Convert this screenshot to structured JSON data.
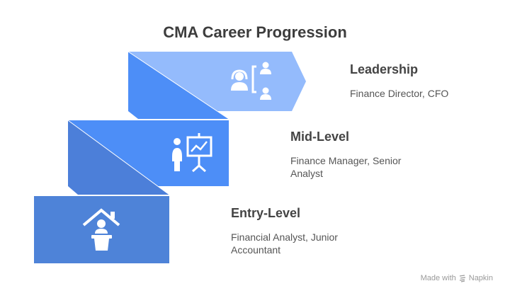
{
  "title": "CMA Career Progression",
  "colors": {
    "leadership_face": "#94BBFC",
    "leadership_shadow": "#4D8EF7",
    "mid_face": "#4D8EF7",
    "mid_shadow": "#4C7FD9",
    "entry_face": "#4E83D8",
    "text_title": "#444444",
    "text_desc": "#555555"
  },
  "levels": [
    {
      "name": "Leadership",
      "description": "Finance Director, CFO",
      "icon": "organization-hierarchy-icon"
    },
    {
      "name": "Mid-Level",
      "description_line1": "Finance Manager, Senior",
      "description_line2": "Analyst",
      "icon": "presenter-chart-icon"
    },
    {
      "name": "Entry-Level",
      "description_line1": "Financial Analyst, Junior",
      "description_line2": "Accountant",
      "icon": "person-podium-house-icon"
    }
  ],
  "footer": {
    "text_before": "Made with",
    "brand": "Napkin",
    "icon": "napkin-logo-icon"
  }
}
